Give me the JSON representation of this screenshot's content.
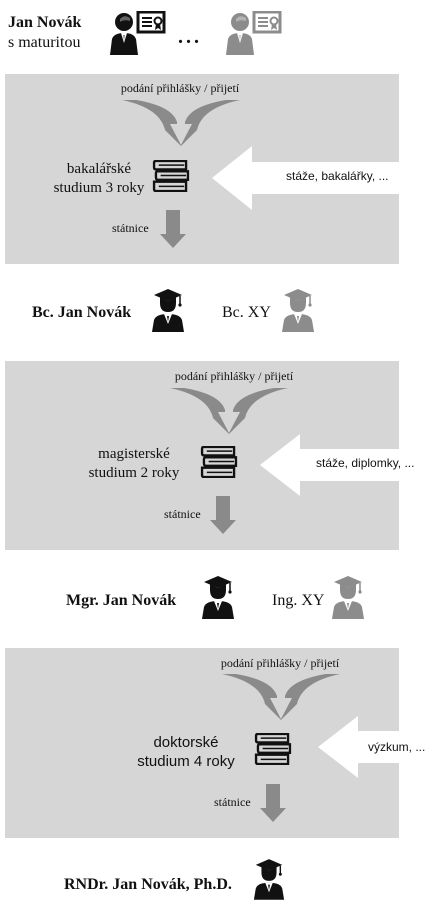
{
  "header": {
    "name": "Jan Novák",
    "note": "s maturitou",
    "ellipsis": "..."
  },
  "stages": [
    {
      "admission": "podání přihlášky / přijetí",
      "study_line1": "bakalářské",
      "study_line2": "studium 3 roky",
      "side_label": "stáže, bakalářky, ...",
      "exam": "státnice",
      "graduate": "Bc. Jan Novák",
      "peer": "Bc. XY"
    },
    {
      "admission": "podání přihlášky / přijetí",
      "study_line1": "magisterské",
      "study_line2": "studium 2 roky",
      "side_label": "stáže, diplomky, ...",
      "exam": "státnice",
      "graduate": "Mgr. Jan Novák",
      "peer": "Ing. XY"
    },
    {
      "admission": "podání přihlášky / přijetí",
      "study_line1": "doktorské",
      "study_line2": "studium 4 roky",
      "side_label": "výzkum, ...",
      "exam": "státnice",
      "graduate": "RNDr. Jan Novák, Ph.D."
    }
  ],
  "colors": {
    "panel": "#d6d6d6",
    "arrow": "#8a8a8a",
    "person": "#111111",
    "person_ghost": "#8c8c8c"
  },
  "icons": [
    "person-with-certificate-icon",
    "graduate-icon",
    "books-icon",
    "merge-arrow-icon",
    "down-arrow-icon",
    "left-arrow-icon"
  ]
}
